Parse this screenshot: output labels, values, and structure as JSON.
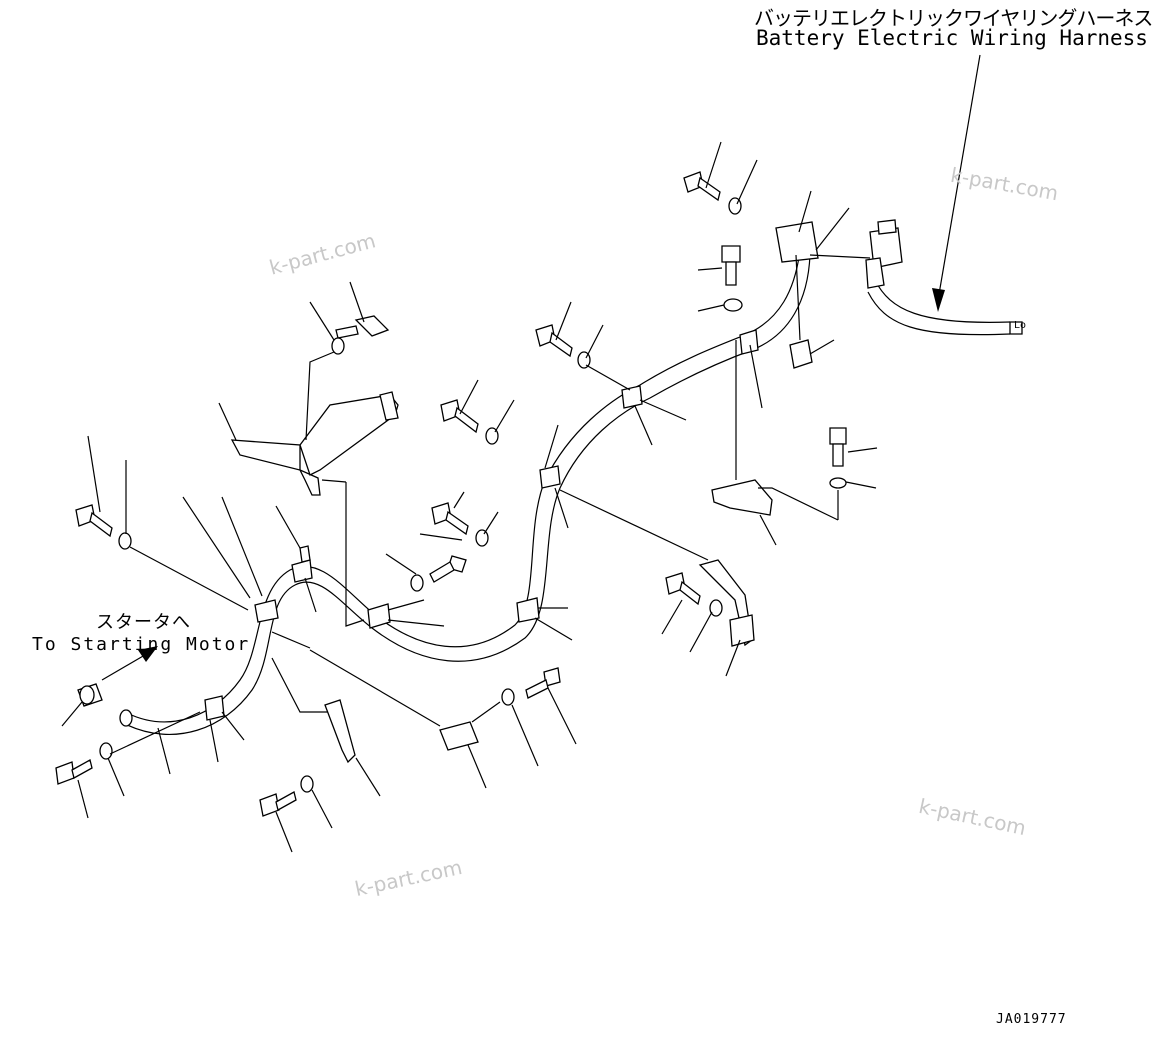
{
  "labels": {
    "battery_jp": "バッテリエレクトリックワイヤリングハーネス",
    "battery_en": "Battery Electric Wiring Harness",
    "starter_jp": "スタータへ",
    "starter_en": "To Starting Motor",
    "drawing_id": "JA019777",
    "connector_tag": "Lo"
  },
  "watermarks": [
    "k-part.com",
    "k-part.com",
    "k-part.com",
    "k-part.com"
  ]
}
